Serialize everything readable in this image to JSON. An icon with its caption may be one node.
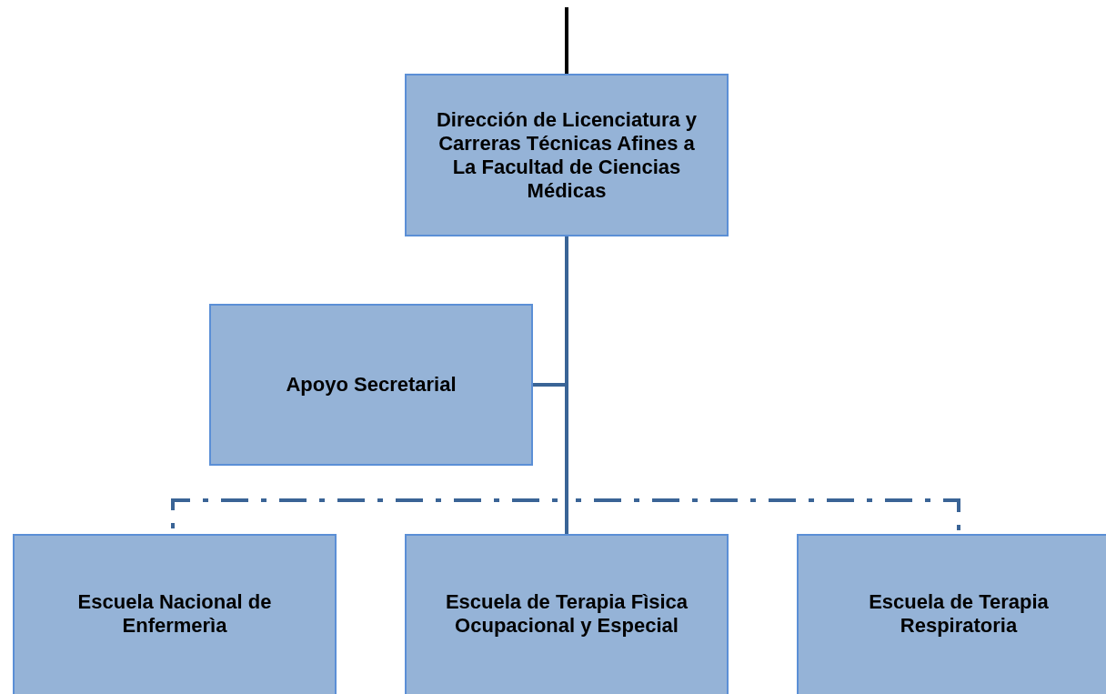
{
  "diagram": {
    "nodes": [
      {
        "text": [
          "Dirección de Licenciatura y Carreras Técnicas Afines a La Facultad de Ciencias Médicas"
        ]
      },
      {
        "text": [
          "Apoyo Secretarial"
        ]
      },
      {
        "text": [
          "Escuela Nacional de Enfermerìa"
        ]
      },
      {
        "text": [
          "Escuela de Terapia Fìsica Ocupacional y Especial"
        ]
      },
      {
        "text": [
          "Escuela de Terapia Respiratoria"
        ]
      }
    ],
    "edges": [
      {
        "from": null,
        "to": 0,
        "arrow": "none",
        "color": "#000000"
      },
      {
        "from": 0,
        "to": 1,
        "arrow": "none"
      },
      {
        "from": 0,
        "to": 2,
        "arrow": "none",
        "style": "dashed"
      },
      {
        "from": 0,
        "to": 3,
        "arrow": "none"
      },
      {
        "from": 0,
        "to": 4,
        "arrow": "none",
        "style": "dashed"
      }
    ]
  }
}
